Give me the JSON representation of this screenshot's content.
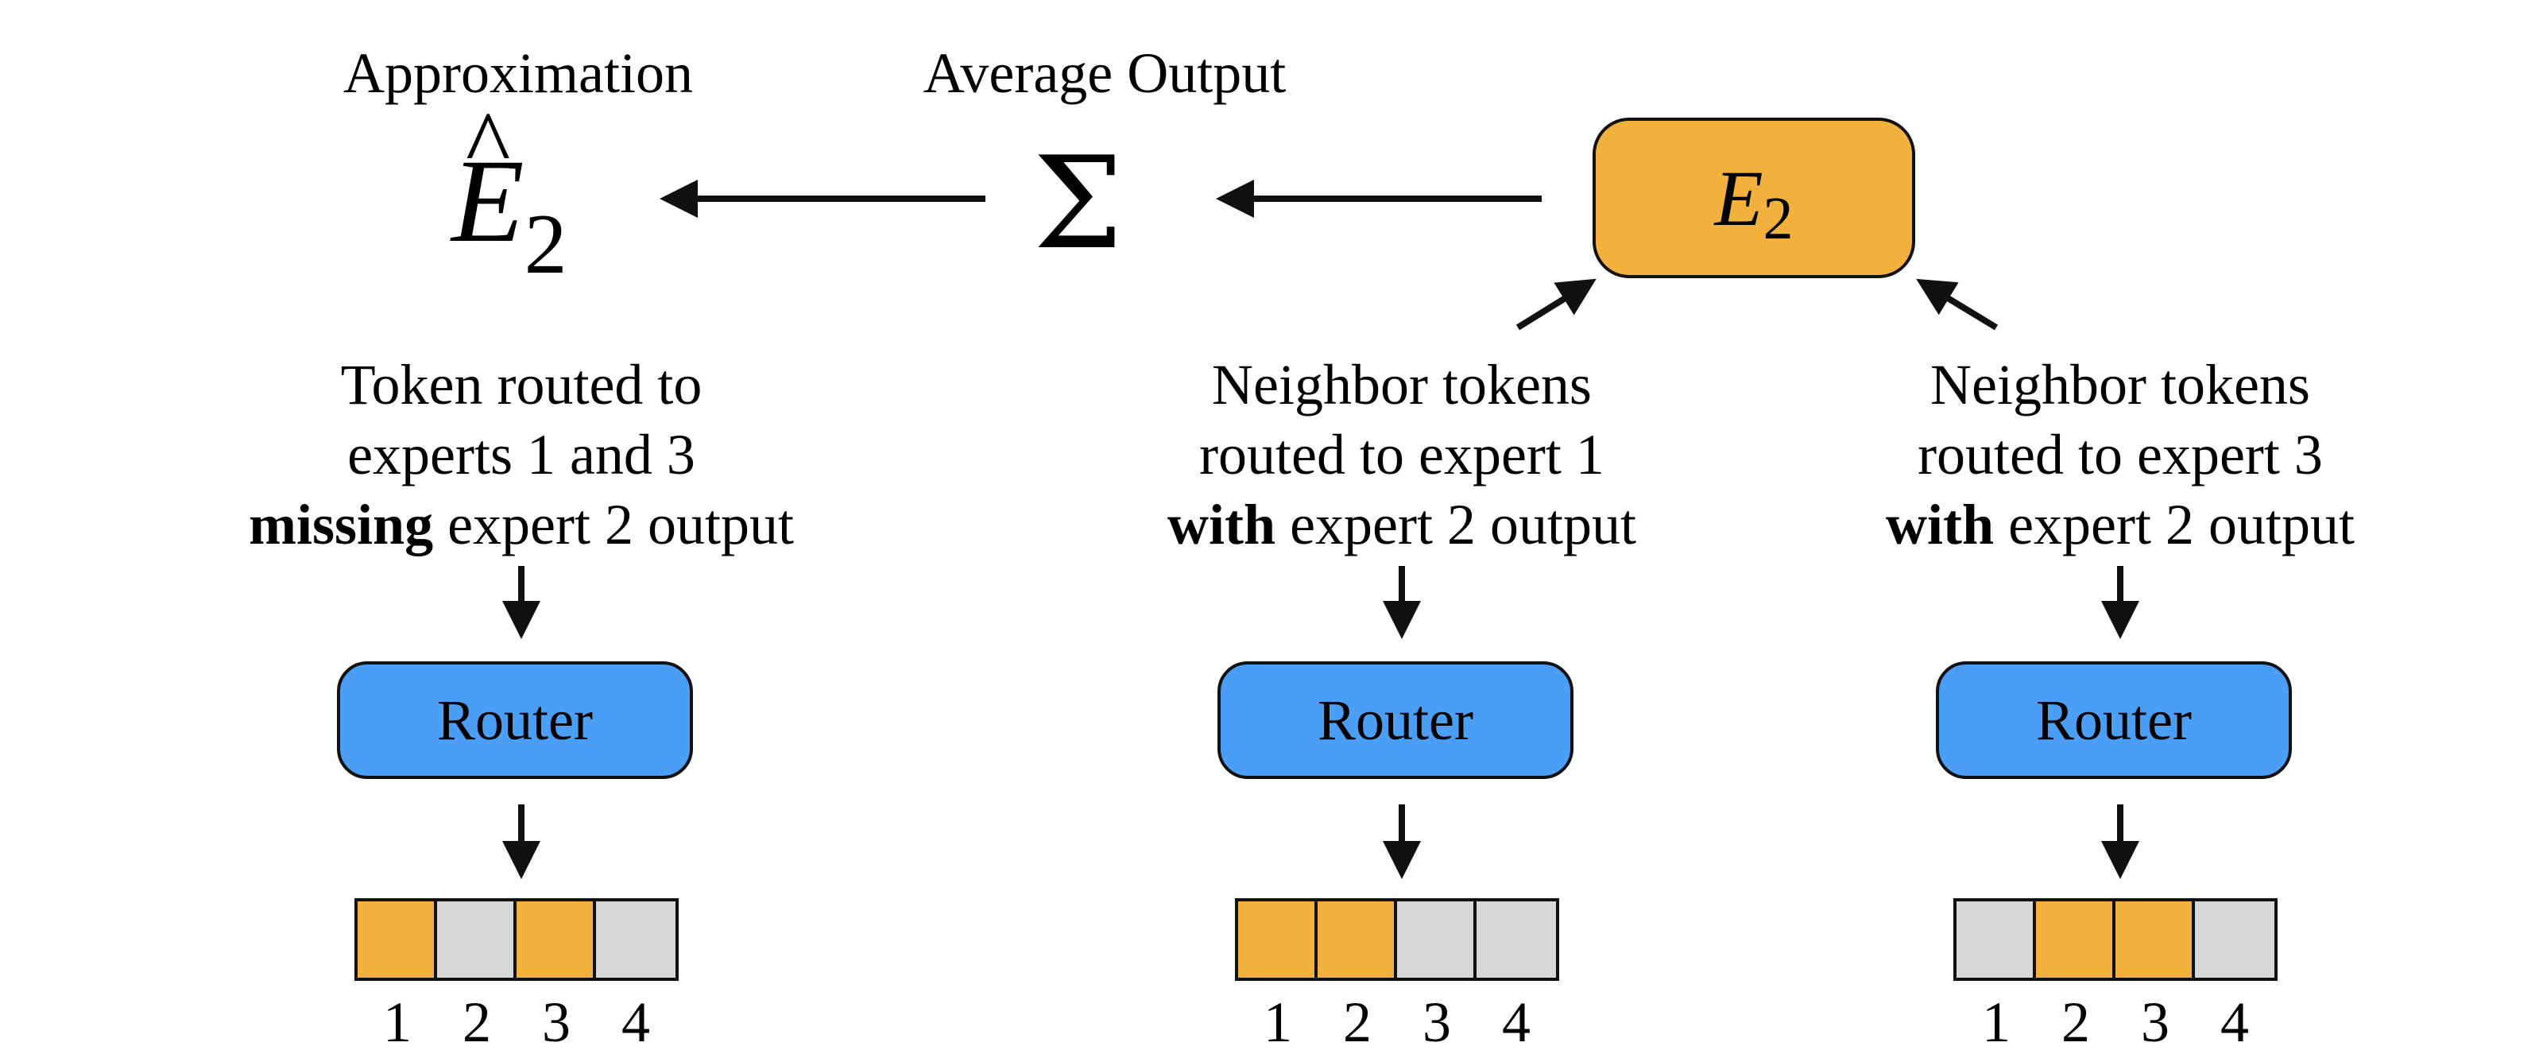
{
  "top_labels": {
    "approximation": "Approximation",
    "average_output": "Average Output"
  },
  "nodes": {
    "approx_symbol": "E",
    "approx_hat": "^",
    "approx_subscript": "2",
    "sum_symbol": "Σ",
    "expert_symbol": "E",
    "expert_subscript": "2"
  },
  "columns": [
    {
      "line1": "Token routed to",
      "line2": "experts 1 and 3",
      "line3_bold": "missing",
      "line3_rest": " expert 2 output",
      "router_label": "Router",
      "expert_slots": [
        true,
        false,
        true,
        false
      ]
    },
    {
      "line1": "Neighbor tokens",
      "line2": "routed to expert 1",
      "line3_bold": "with",
      "line3_rest": " expert 2 output",
      "router_label": "Router",
      "expert_slots": [
        true,
        true,
        false,
        false
      ]
    },
    {
      "line1": "Neighbor tokens",
      "line2": "routed to expert 3",
      "line3_bold": "with",
      "line3_rest": " expert 2 output",
      "router_label": "Router",
      "expert_slots": [
        false,
        true,
        true,
        false
      ]
    }
  ],
  "slot_numbers": [
    "1",
    "2",
    "3",
    "4"
  ],
  "colors": {
    "selected_expert": "#f2b13c",
    "unselected_expert": "#d8d8d8",
    "router": "#4a9ef5",
    "arrow": "#111111"
  }
}
